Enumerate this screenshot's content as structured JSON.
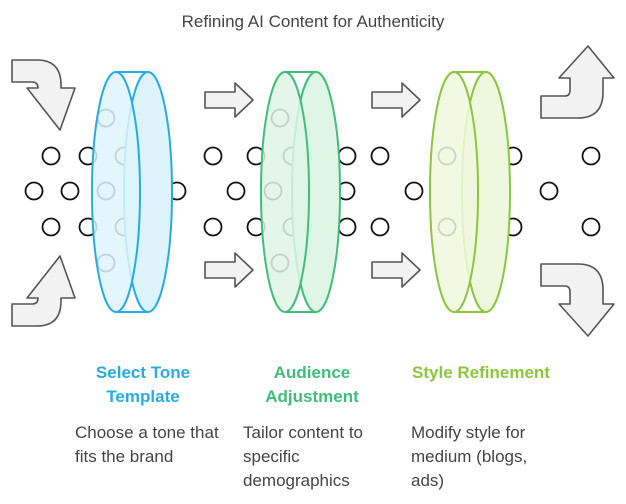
{
  "title": "Refining AI Content for Authenticity",
  "stages": [
    {
      "label": "Select Tone Template",
      "description": "Choose a tone that fits the brand",
      "color": "#29ABE2",
      "fill": "#DDF4FC"
    },
    {
      "label": "Audience Adjustment",
      "description": "Tailor content to specific demographics",
      "color": "#3FBE7A",
      "fill": "#DFF5E6"
    },
    {
      "label": "Style Refinement",
      "description": "Modify style for medium (blogs, ads)",
      "color": "#8CC63F",
      "fill": "#EEF8DE"
    }
  ],
  "colors": {
    "arrow_fill": "#F2F2F2",
    "arrow_stroke": "#555555",
    "dot_stroke": "#111111"
  }
}
